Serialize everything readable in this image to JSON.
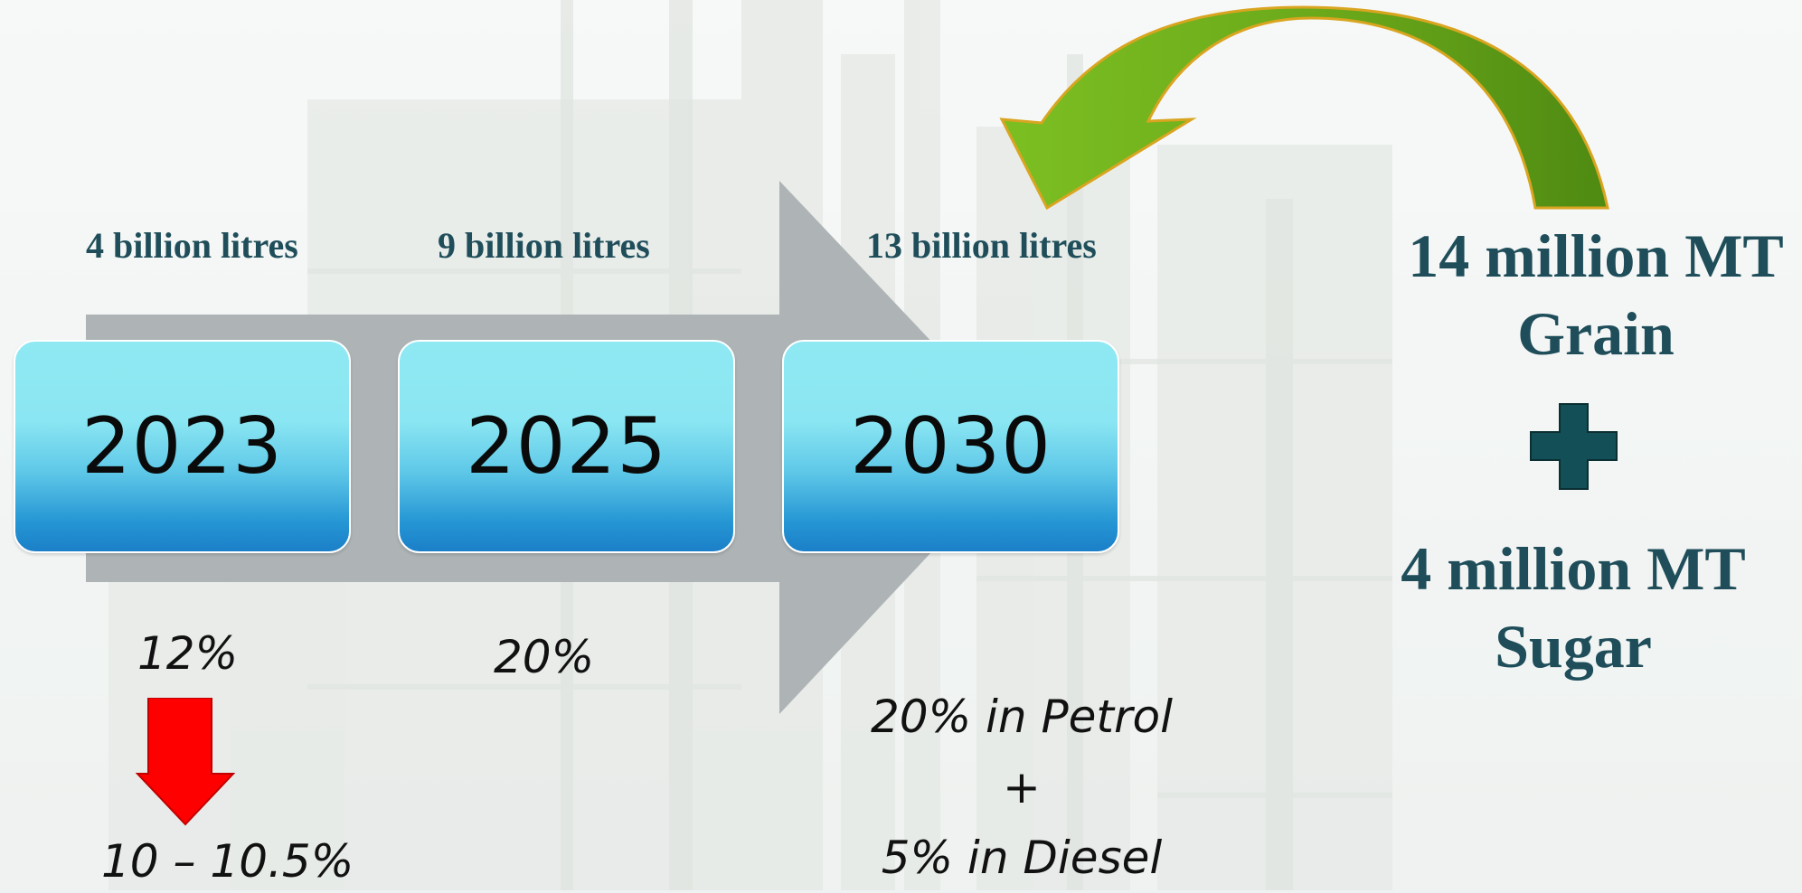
{
  "timeline": [
    {
      "year": "2023",
      "volume": "4 billion litres",
      "blend": "12%"
    },
    {
      "year": "2025",
      "volume": "9 billion litres",
      "blend": "20%"
    },
    {
      "year": "2030",
      "volume": "13 billion litres"
    }
  ],
  "blend_2023_revised": "10 – 10.5%",
  "blend_2030": {
    "petrol": "20% in Petrol",
    "plus": "+",
    "diesel": "5% in Diesel"
  },
  "feedstock": {
    "grain": {
      "line1": "14 million MT",
      "line2": "Grain"
    },
    "sugar": {
      "line1": "4 million MT",
      "line2": "Sugar"
    }
  },
  "colors": {
    "accent_text": "#1f4e5a",
    "arrow_grey": "#aeb4b5",
    "down_arrow": "#ff0000",
    "curved_arrow": "#5e9c1a"
  }
}
